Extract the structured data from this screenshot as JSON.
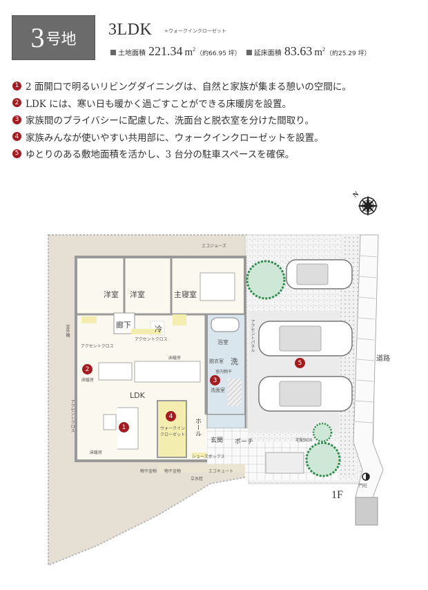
{
  "header": {
    "lot_number": "3",
    "lot_suffix": "号地",
    "plan_type": "3LDK",
    "plan_sub": "+ウォークインクローゼット",
    "land_area": {
      "label": "土地面積",
      "value": "221.34",
      "unit": "m",
      "sup": "2",
      "approx": "（約66.95 坪）"
    },
    "floor_area": {
      "label": "延床面積",
      "value": "83.63",
      "unit": "m",
      "sup": "2",
      "approx": "（約25.29 坪）"
    }
  },
  "features": [
    {
      "num": "1",
      "text": "2 面開口で明るいリビングダイニングは、自然と家族が集まる憩いの空間に。"
    },
    {
      "num": "2",
      "text": "LDK には、寒い日も暖かく過ごすことができる床暖房を設置。"
    },
    {
      "num": "3",
      "text": "家族間のプライバシーに配慮した、洗面台と脱衣室を分けた間取り。"
    },
    {
      "num": "4",
      "text": "家族みんなが使いやすい共用部に、ウォークインクローゼットを設置。"
    },
    {
      "num": "5",
      "text": "ゆとりのある敷地面積を活かし、3 台分の駐車スペースを確保。"
    }
  ],
  "compass": {
    "north_label": "N"
  },
  "floor_plan": {
    "floor": "1F",
    "rooms": {
      "western1": "洋室",
      "western2": "洋室",
      "master": "主寝室",
      "hallway": "廊下",
      "fridge": "冷",
      "ldk": "LDK",
      "bath": "浴室",
      "dressing": "脱衣室",
      "wash": "洗",
      "indoor_dry": "室内物干",
      "washroom": "洗面室",
      "hall": "ホール",
      "entrance": "玄関",
      "porch": "ポーチ",
      "wic": "ウォークイン\nクローゼット"
    },
    "annotations": {
      "ecojoes": "エコジョーズ",
      "outdoor_unit": "室外機",
      "accent_cross1": "アクセントクロス",
      "accent_cross2": "アクセントクロス",
      "accent_cross3": "アクセントクロス",
      "floor_heat1": "床暖房",
      "floor_heat2": "床暖房",
      "floor_heat3": "床暖房",
      "shoe_box": "シューズボックス",
      "dry_hardware1": "物干金物",
      "dry_hardware2": "物干金物",
      "faucet": "立水栓",
      "eco_cute": "エコキュート",
      "delivery_box": "宅配BOX",
      "accent_panel": "アクセントパネル",
      "road": "道路",
      "gate_light": "門柱"
    },
    "markers": [
      "1",
      "2",
      "3",
      "4",
      "5"
    ]
  },
  "colors": {
    "badge_bg": "#6b6b6b",
    "marker_red": "#a51b1f",
    "lot_beige": "#e6dfd3",
    "interior": "#fbf9ef",
    "wet_area": "#d9e6ee",
    "closet_yellow": "#f3edb0",
    "tree_green": "#2e8b4e"
  }
}
